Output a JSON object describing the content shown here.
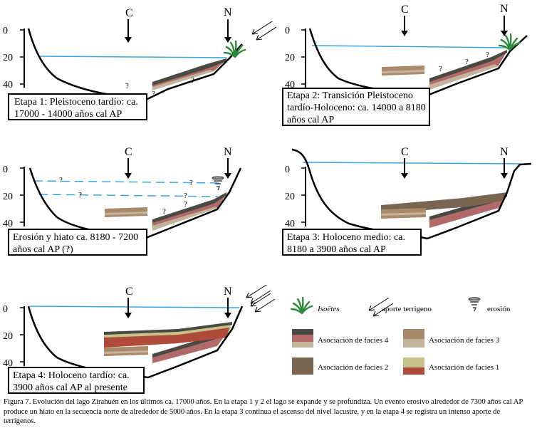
{
  "panels": [
    {
      "id": "p1",
      "label_lines": [
        "Etapa 1: Pleistoceno tardío: ca.",
        "17000 - 14000 años cal AP"
      ],
      "ticks": [
        "0",
        "20",
        "40"
      ],
      "c": "C",
      "n": "N"
    },
    {
      "id": "p2",
      "label_lines": [
        "Etapa 2: Transición Pleistoceno",
        "tardío-Holoceno: ca. 14000 a 8180",
        "años cal AP"
      ],
      "ticks": [
        "0",
        "20",
        "40"
      ],
      "c": "C",
      "n": "N"
    },
    {
      "id": "p3",
      "label_lines": [
        "Erosión y hiato ca. 8180 - 7200",
        "años cal AP (?)"
      ],
      "ticks": [
        "0",
        "20",
        "40"
      ],
      "c": "C",
      "n": "N"
    },
    {
      "id": "p4",
      "label_lines": [
        "Etapa 3: Holoceno medio: ca.",
        "8180 a 3900 años cal AP"
      ],
      "ticks": [
        "0",
        "20",
        "40"
      ],
      "c": "C",
      "n": "N"
    },
    {
      "id": "p5",
      "label_lines": [
        "Etapa 4: Holoceno tardío: ca.",
        "3900 años cal AP al presente"
      ],
      "ticks": [
        "0",
        "20",
        "40"
      ],
      "c": "C",
      "n": "N"
    }
  ],
  "question_mark": "?",
  "legend": {
    "isoetes": "Isoëtes",
    "aporte": "aporte terrígeno",
    "erosion": "erosión",
    "facies4": "Asociación de facies 4",
    "facies3": "Asociación de facies 3",
    "facies2": "Asociación de facies 2",
    "facies1": "Asociación de facies 1"
  },
  "caption": "Figura 7. Evolución del lago Zirahuén en los últimos ca. 17000 años. En la etapa 1 y 2 el lago se expande y se profundiza. Un evento erosivo alrededor de 7300 años cal AP produce un hiato en la secuencia norte de alrededor de 5000 años. En la etapa 3 continua el ascenso del nivel lacustre, y en la etapa 4 se registra un intenso aporte de terrígenos.",
  "colors": {
    "water": "#3aa6e0",
    "f4_dark": "#4a4a42",
    "f4_red": "#b06a6a",
    "f3": "#a8896a",
    "f3_light": "#c2b49a",
    "f2": "#7a6650",
    "f1_top": "#c7c28a",
    "f1_bot": "#b04a3a",
    "grass": "#2e8a3a"
  }
}
